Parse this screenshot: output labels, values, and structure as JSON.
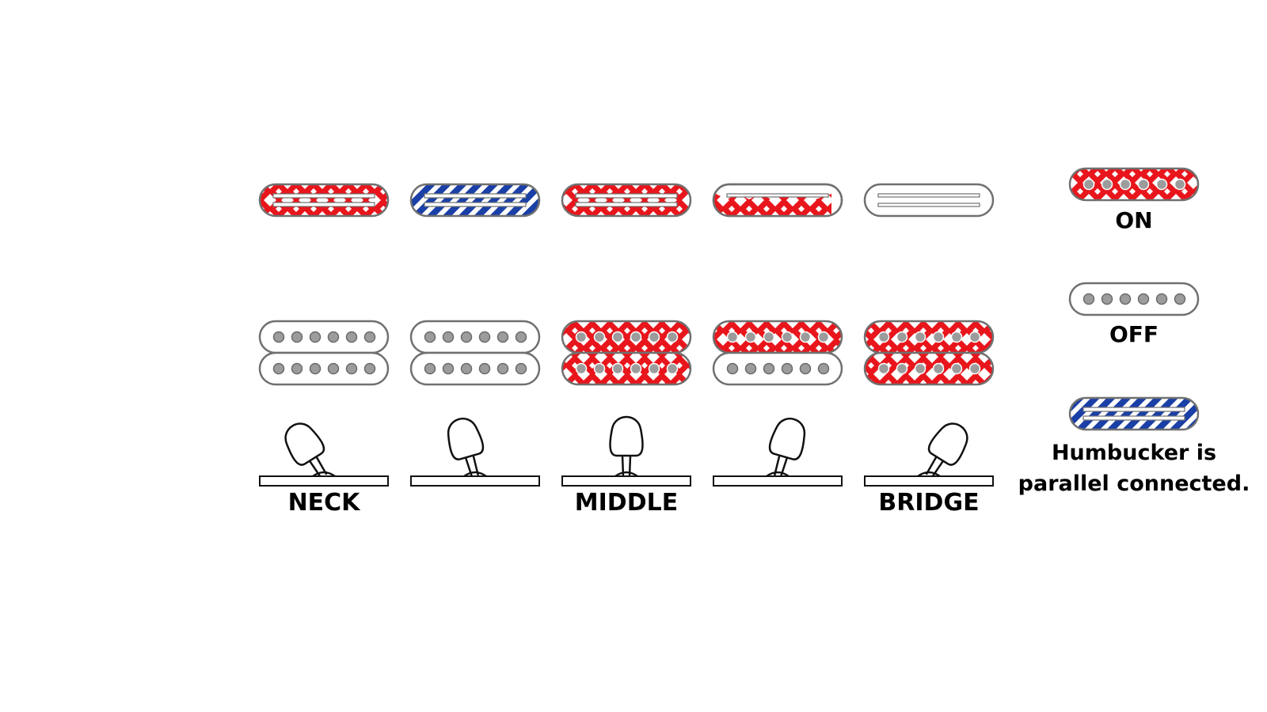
{
  "colors": {
    "on": "#e8161c",
    "parallel": "#1a3fa6",
    "outline": "#707070",
    "pole_on": "#9c9c9c",
    "pole_off": "#9c9c9c",
    "background": "#ffffff"
  },
  "positions": [
    {
      "label": "NECK",
      "single_coil": "on",
      "humbucker": [
        "off",
        "off"
      ],
      "switch": "neck"
    },
    {
      "label": "",
      "single_coil": "parallel",
      "humbucker": [
        "off",
        "off"
      ],
      "switch": "neck-middle"
    },
    {
      "label": "MIDDLE",
      "single_coil": "on",
      "humbucker": [
        "on",
        "on"
      ],
      "switch": "middle"
    },
    {
      "label": "",
      "single_coil": "half",
      "humbucker": [
        "on",
        "off"
      ],
      "switch": "middle-bridge"
    },
    {
      "label": "BRIDGE",
      "single_coil": "off",
      "humbucker": [
        "on",
        "on"
      ],
      "switch": "bridge"
    }
  ],
  "legend": {
    "on_label": "ON",
    "off_label": "OFF",
    "parallel_line1": "Humbucker is",
    "parallel_line2": "parallel connected."
  }
}
